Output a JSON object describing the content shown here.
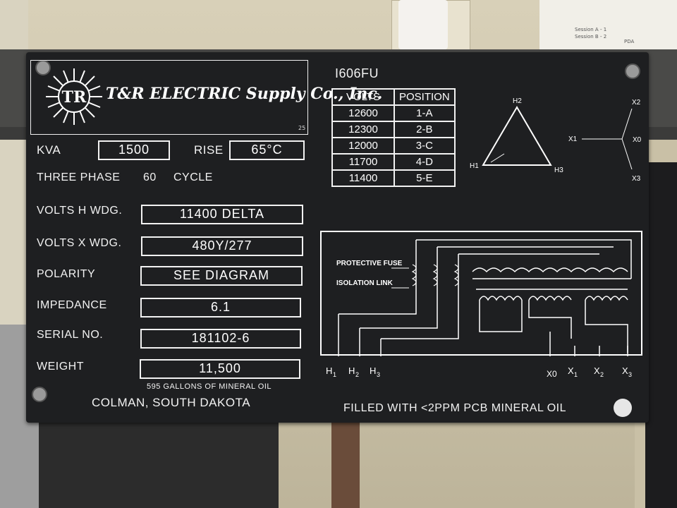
{
  "plate": {
    "logo_company": "T&R ELECTRIC Supply Co., Inc.",
    "logo_number": "25",
    "model": "I606FU",
    "kva_label": "KVA",
    "kva_value": "1500",
    "rise_label": "RISE",
    "rise_value": "65°C",
    "phase_text": "THREE PHASE",
    "cycle_number": "60",
    "cycle_label": "CYCLE",
    "fields": [
      {
        "label": "VOLTS H WDG.",
        "value": "11400 DELTA"
      },
      {
        "label": "VOLTS X WDG.",
        "value": "480Y/277"
      },
      {
        "label": "POLARITY",
        "value": "SEE DIAGRAM"
      },
      {
        "label": "IMPEDANCE",
        "value": "6.1"
      },
      {
        "label": "SERIAL NO.",
        "value": "181102-6"
      },
      {
        "label": "WEIGHT",
        "value": "11,500"
      }
    ],
    "oil_note": "595 GALLONS OF MINERAL OIL",
    "location": "COLMAN, SOUTH DAKOTA",
    "pcb_note": "FILLED WITH <2PPM PCB MINERAL OIL"
  },
  "tap_table": {
    "headers": [
      "VOLTS",
      "POSITION"
    ],
    "rows": [
      [
        "12600",
        "1-A"
      ],
      [
        "12300",
        "2-B"
      ],
      [
        "12000",
        "3-C"
      ],
      [
        "11700",
        "4-D"
      ],
      [
        "11400",
        "5-E"
      ]
    ]
  },
  "vector_diagram": {
    "delta_labels": [
      "H2",
      "H1",
      "H3"
    ],
    "wye_labels": [
      "X2",
      "X1",
      "X0",
      "X3"
    ]
  },
  "wiring_diagram": {
    "protective_fuse": "PROTECTIVE FUSE",
    "isolation_link": "ISOLATION LINK",
    "h_terminals": [
      "H",
      "H",
      "H"
    ],
    "h_subscripts": [
      "1",
      "2",
      "3"
    ],
    "x0": "X0",
    "x_terminals": [
      "X",
      "X",
      "X"
    ],
    "x_subscripts": [
      "1",
      "2",
      "3"
    ]
  },
  "background_paper": [
    "Session A - 1",
    "Session B - 2",
    "PDA"
  ]
}
